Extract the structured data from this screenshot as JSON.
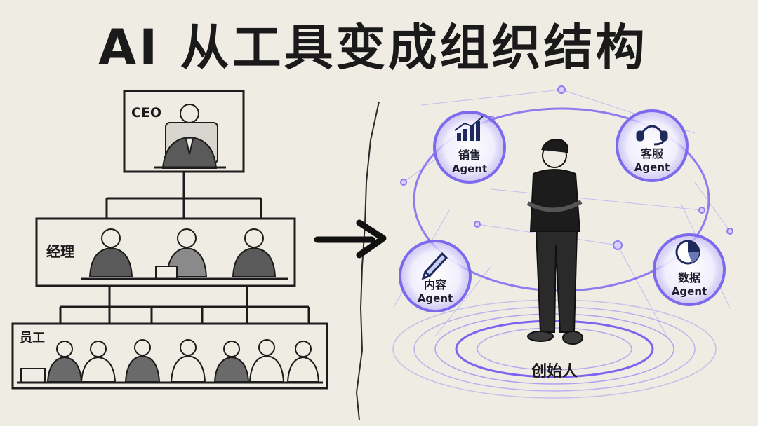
{
  "title": "AI 从工具变成组织结构",
  "hierarchy": {
    "ceo_label": "CEO",
    "manager_label": "经理",
    "staff_label": "员工"
  },
  "agents": [
    {
      "name": "销售",
      "suffix": "Agent",
      "icon": "bar-chart-icon"
    },
    {
      "name": "客服",
      "suffix": "Agent",
      "icon": "headset-icon"
    },
    {
      "name": "内容",
      "suffix": "Agent",
      "icon": "pencil-icon"
    },
    {
      "name": "数据",
      "suffix": "Agent",
      "icon": "pie-chart-icon"
    }
  ],
  "founder_label": "创始人",
  "colors": {
    "background": "#efece4",
    "ink": "#1a1a1a",
    "network": "#8c7cf0",
    "glow": "#b9aefc"
  }
}
